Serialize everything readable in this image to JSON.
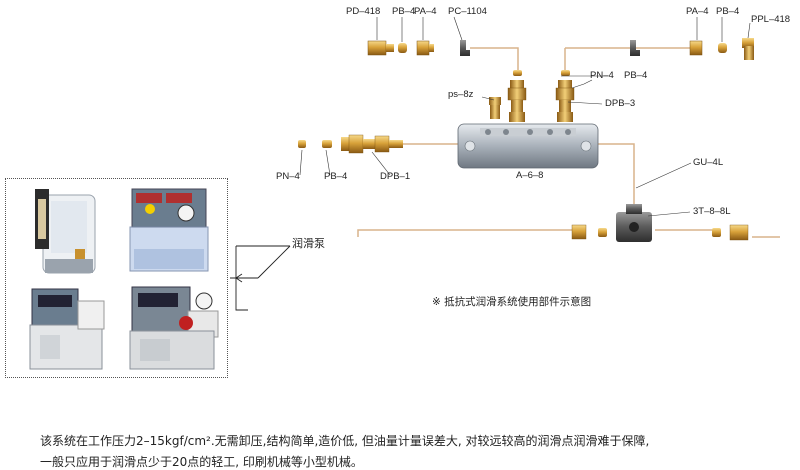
{
  "labels": {
    "pd418": "PD–418",
    "pb4_top_left": "PB–4",
    "pa4_top_left": "PA–4",
    "pc1104": "PC–1104",
    "pa4_top_right": "PA–4",
    "pb4_top_right": "PB–4",
    "ppl418": "PPL–418",
    "pn4_right": "PN–4",
    "pb4_right": "PB–4",
    "ps8z": "ps–8z",
    "dpb3": "DPB–3",
    "pn4_left": "PN–4",
    "pb4_left": "PB–4",
    "dpb1": "DPB–1",
    "a68": "A–6–8",
    "gu4l": "GU–4L",
    "t388l": "3T–8–8L",
    "pump": "润滑泵"
  },
  "caption": "※ 抵抗式润滑系统使用部件示意图",
  "description": {
    "line1": "该系统在工作压力2–15kgf/cm².无需卸压,结构简单,造价低, 但油量计量误差大, 对较远较高的润滑点润滑难于保障,",
    "line2": "一般只应用于润滑点少于20点的轻工, 印刷机械等小型机械。"
  },
  "colors": {
    "pipe": "#d9b48c",
    "brass": "#c8912e",
    "manifold": "#9aa3ad",
    "pump_panel": "#6a7d8f"
  }
}
